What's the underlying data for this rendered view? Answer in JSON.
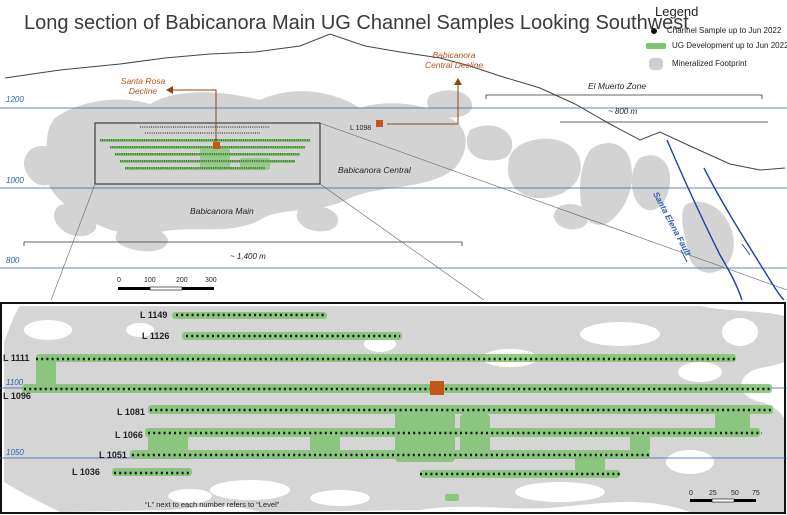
{
  "title": "Long section of Babicanora Main UG Channel Samples Looking Southwest",
  "legend": {
    "title": "Legend",
    "items": [
      {
        "label": "Channel Sample up to Jun 2022",
        "icon": "black-dot"
      },
      {
        "label": "UG Development up to Jun 2022",
        "icon": "green-bar"
      },
      {
        "label": "Mineralized Footprint",
        "icon": "gray-blob"
      }
    ]
  },
  "colors": {
    "footprint": "#d3d3d3",
    "development": "#7fc46f",
    "sample": "#111111",
    "elevation_line": "#2d62b0",
    "decline_marker": "#c4561a",
    "fault": "#1f3fa8"
  },
  "section": {
    "elevations": [
      "1200",
      "1000",
      "800"
    ],
    "labels": {
      "santa_rosa": "Santa Rosa Decline",
      "babicanora_central_decline": "Babicanora Central Decline",
      "el_muerto": "El Muerto Zone",
      "el_muerto_dist": "~ 800 m",
      "babicanora_central": "Babicanora Central",
      "babicanora_main": "Babicanora Main",
      "main_dist": "~ 1,400 m",
      "level_1098": "L 1098",
      "fault": "Santa Elena Fault"
    },
    "scale_ticks": [
      "0",
      "100",
      "200",
      "300"
    ]
  },
  "inset": {
    "elevations": [
      "1100",
      "1050"
    ],
    "levels": [
      "L 1149",
      "L 1126",
      "L 1111",
      "L 1096",
      "L 1081",
      "L 1066",
      "L 1051",
      "L 1036"
    ],
    "scale_ticks": [
      "0",
      "25",
      "50",
      "75"
    ],
    "note": "“L” next to each number refers to “Level”"
  }
}
